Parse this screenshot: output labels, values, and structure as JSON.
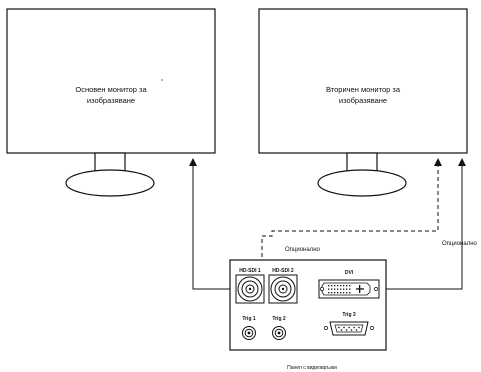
{
  "monitors": {
    "primary": {
      "label_line1": "Основен монитор за",
      "label_line2": "изобразяване"
    },
    "secondary": {
      "label_line1": "Вторичен монитор за",
      "label_line2": "изобразяване"
    }
  },
  "annotations": {
    "optional_left": "Опционално",
    "optional_right": "Опционално"
  },
  "panel": {
    "title": "Панел с видеовръзки",
    "ports": {
      "hdsdi1": "HD-SDI 1",
      "hdsdi2": "HD-SDI 2",
      "dvi": "DVI",
      "trig1": "Trig 1",
      "trig2": "Trig 2",
      "trig3": "Trig 3"
    }
  }
}
